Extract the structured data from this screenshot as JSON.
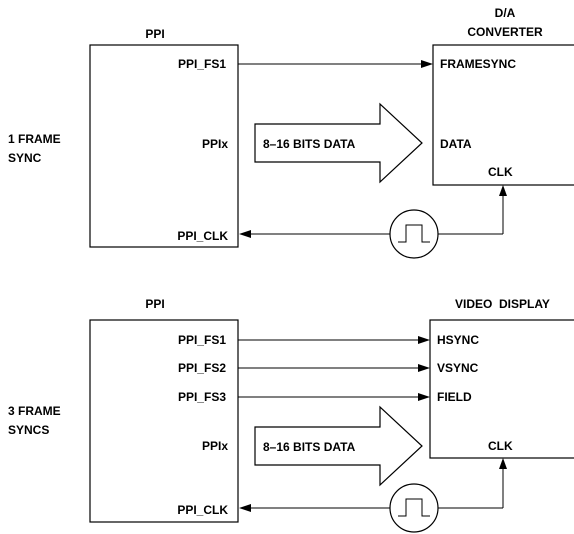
{
  "top": {
    "ppi_title": "PPI",
    "dac_title_line1": "D/A",
    "dac_title_line2": "CONVERTER",
    "side_label_line1": "1 FRAME",
    "side_label_line2": "SYNC",
    "ppi_fs1": "PPI_FS1",
    "ppix": "PPIx",
    "ppi_clk": "PPI_CLK",
    "data_arrow": "8–16 BITS DATA",
    "framesync": "FRAMESYNC",
    "data": "DATA",
    "clk": "CLK"
  },
  "bottom": {
    "ppi_title": "PPI",
    "display_title": "VIDEO  DISPLAY",
    "side_label_line1": "3 FRAME",
    "side_label_line2": "SYNCS",
    "ppi_fs1": "PPI_FS1",
    "ppi_fs2": "PPI_FS2",
    "ppi_fs3": "PPI_FS3",
    "ppix": "PPIx",
    "ppi_clk": "PPI_CLK",
    "data_arrow": "8–16 BITS DATA",
    "hsync": "HSYNC",
    "vsync": "VSYNC",
    "field": "FIELD",
    "clk": "CLK"
  },
  "icons": {
    "clock": "square-wave-clock-icon"
  }
}
